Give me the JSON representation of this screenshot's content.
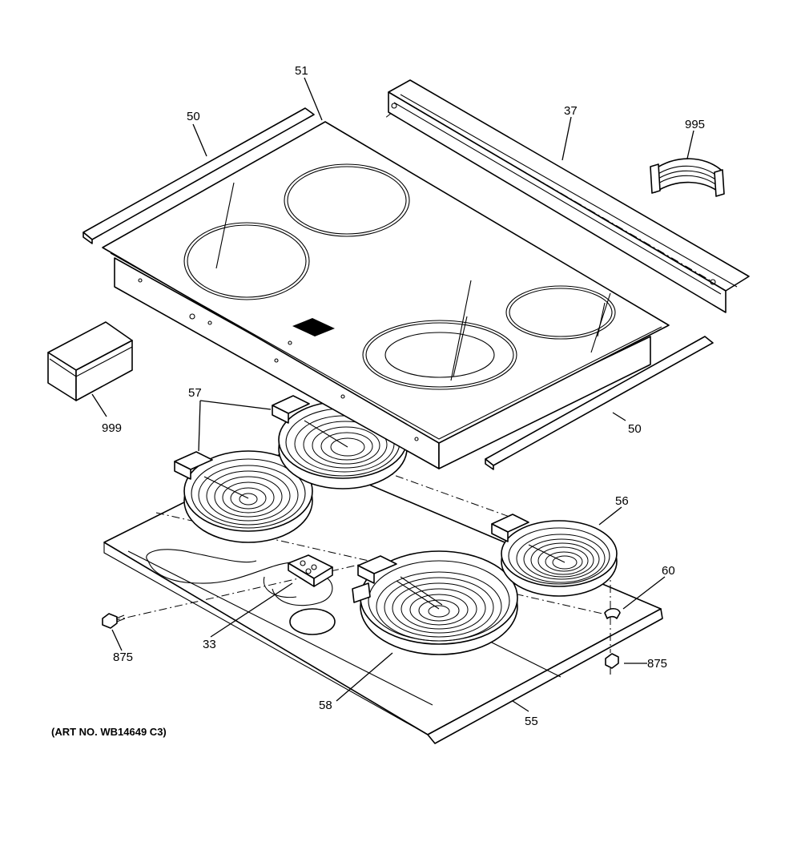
{
  "callouts": {
    "p50_left": "50",
    "p51": "51",
    "p37": "37",
    "p995": "995",
    "p999": "999",
    "p57": "57",
    "p50_right": "50",
    "p56": "56",
    "p60": "60",
    "p875_left": "875",
    "p33": "33",
    "p875_right": "875",
    "p58": "58",
    "p55": "55"
  },
  "art_number": "(ART NO. WB14649 C3)",
  "colors": {
    "line": "#000000",
    "background": "#ffffff",
    "control_panel": "#000000"
  }
}
